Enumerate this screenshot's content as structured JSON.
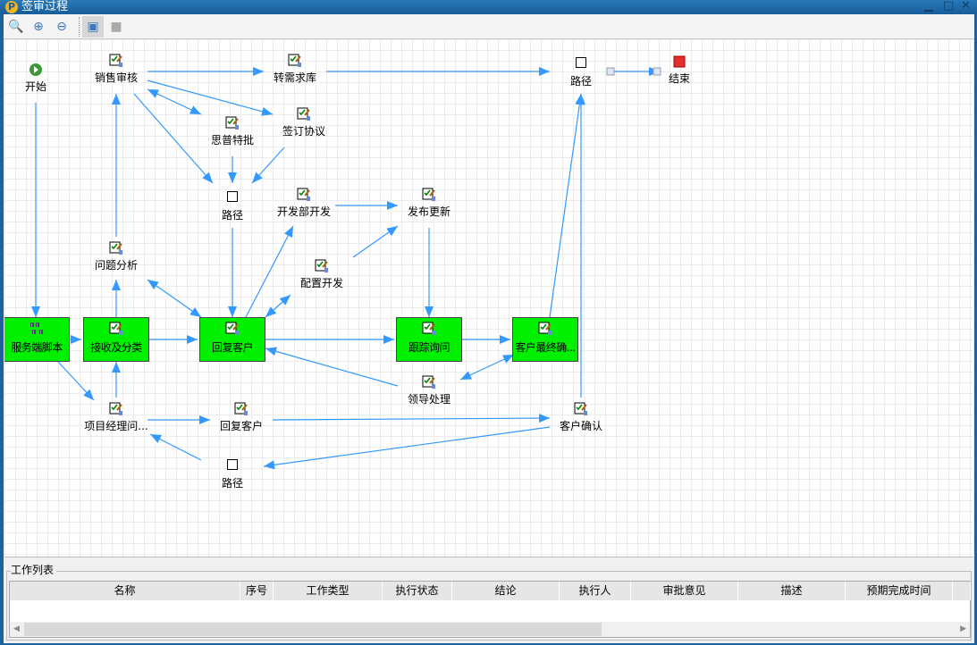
{
  "window": {
    "title": "签审过程",
    "logo": "P",
    "minimize": "▁",
    "maximize": "□",
    "close": "✕"
  },
  "toolbar": {
    "zoom_fit": "search-icon",
    "zoom_in": "zoom-in-icon",
    "zoom_out": "zoom-out-icon",
    "select": "select-icon",
    "comment": "comment-icon"
  },
  "nodes": {
    "start": "开始",
    "sales_review": "销售审核",
    "to_req": "转需求库",
    "route_top": "路径",
    "end": "结束",
    "special": "思普特批",
    "sign": "签订协议",
    "route_mid": "路径",
    "dev": "开发部开发",
    "release": "发布更新",
    "analysis": "问题分析",
    "config": "配置开发",
    "script": "服务端脚本",
    "receive": "接收及分类",
    "reply": "回复客户",
    "track": "跟踪询问",
    "final_confirm": "客户最终确...",
    "leader": "领导处理",
    "pm": "项目经理问...",
    "reply2": "回复客户",
    "confirm": "客户确认",
    "route_bot": "路径"
  },
  "work_list": {
    "title": "工作列表",
    "columns": [
      "名称",
      "序号",
      "工作类型",
      "执行状态",
      "结论",
      "执行人",
      "审批意见",
      "描述",
      "预期完成时间"
    ],
    "rows": []
  },
  "colors": {
    "active_node": "#00f000",
    "edge": "#3399ff"
  }
}
